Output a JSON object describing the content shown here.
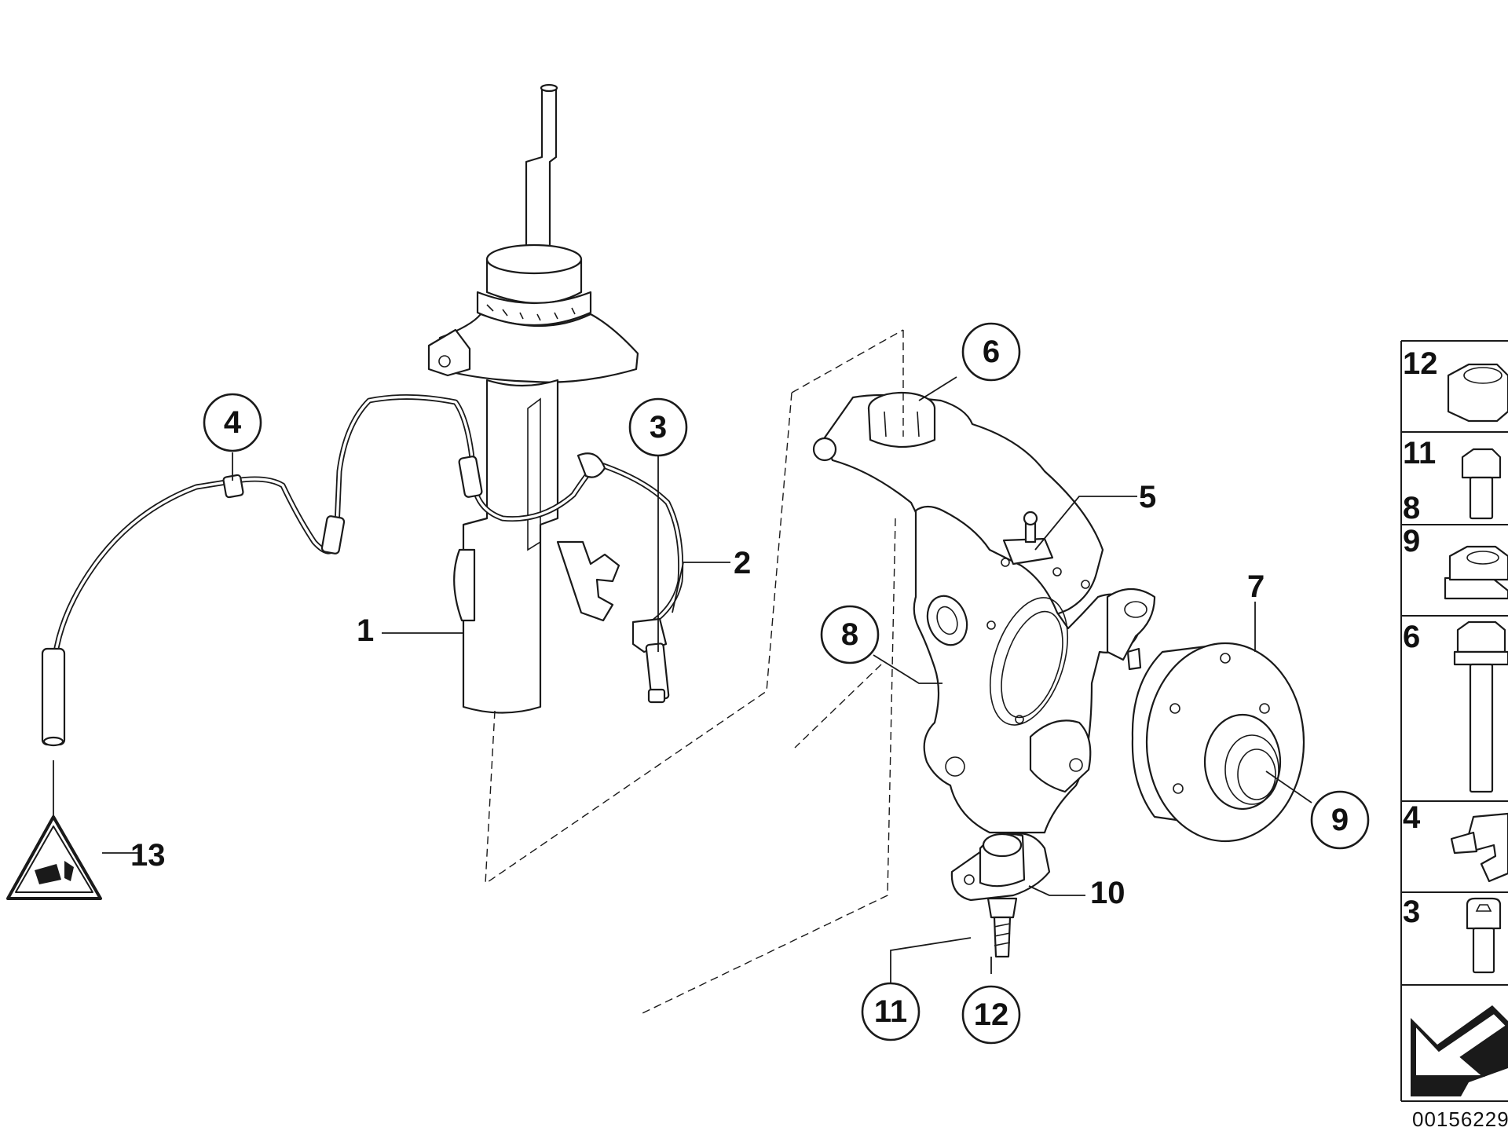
{
  "diagram": {
    "callouts": [
      "1",
      "2",
      "3",
      "4",
      "5",
      "6",
      "7",
      "8",
      "9",
      "10",
      "11",
      "12",
      "13"
    ],
    "reference_number": "00156229"
  },
  "side_panel": {
    "rows": [
      {
        "labels": [
          "12"
        ],
        "icon": "hex-nut-icon"
      },
      {
        "labels": [
          "11",
          "8"
        ],
        "icon": "hex-bolt-icon"
      },
      {
        "labels": [
          "9"
        ],
        "icon": "collar-nut-icon"
      },
      {
        "labels": [
          "6"
        ],
        "icon": "long-bolt-icon"
      },
      {
        "labels": [
          "4"
        ],
        "icon": "cable-clip-icon"
      },
      {
        "labels": [
          "3"
        ],
        "icon": "socket-screw-icon"
      },
      {
        "labels": [],
        "icon": "direction-arrow-icon"
      }
    ]
  }
}
